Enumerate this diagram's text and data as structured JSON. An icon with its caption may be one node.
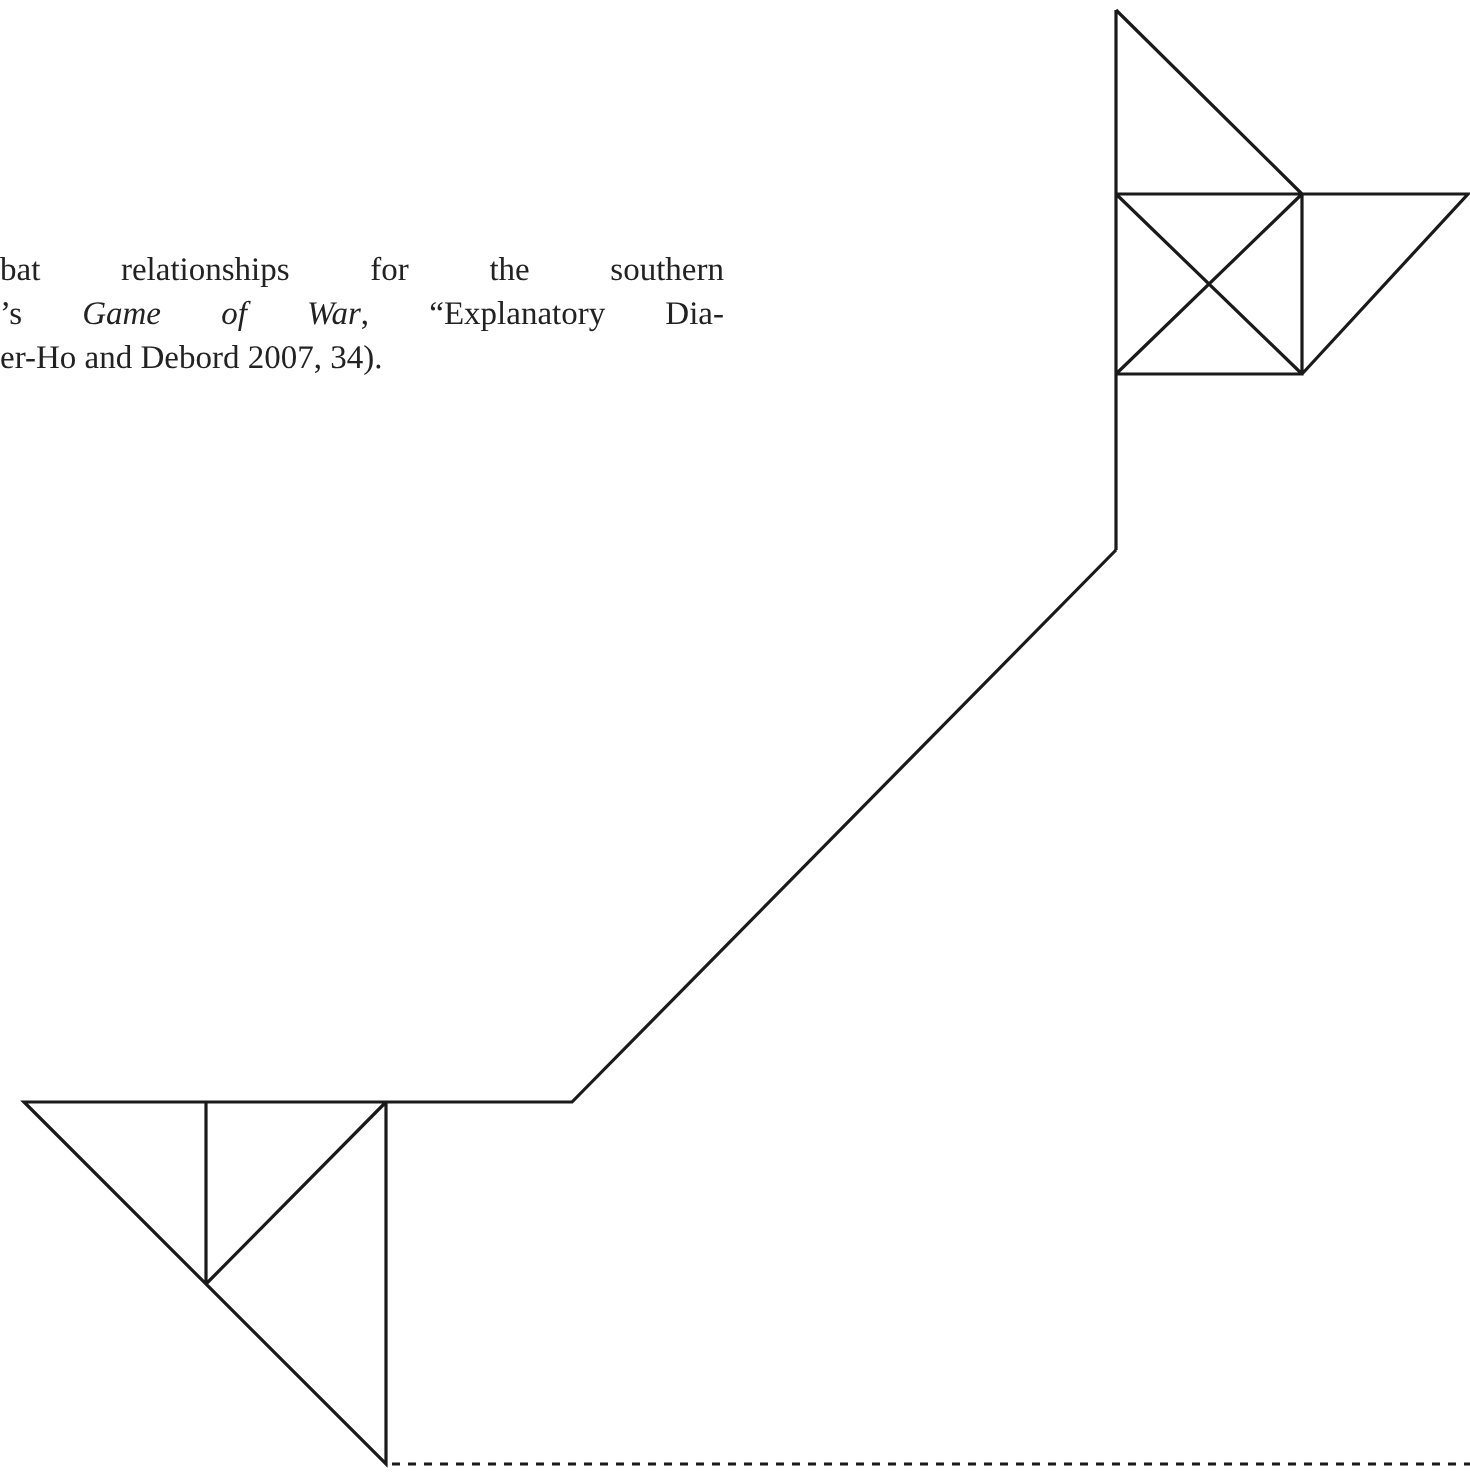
{
  "diagram": {
    "labels": [
      "bat relationships for the southern",
      "’s *Game of War*, “Explanatory Dia-",
      "er-Ho and Debord 2007, 34)."
    ]
  }
}
